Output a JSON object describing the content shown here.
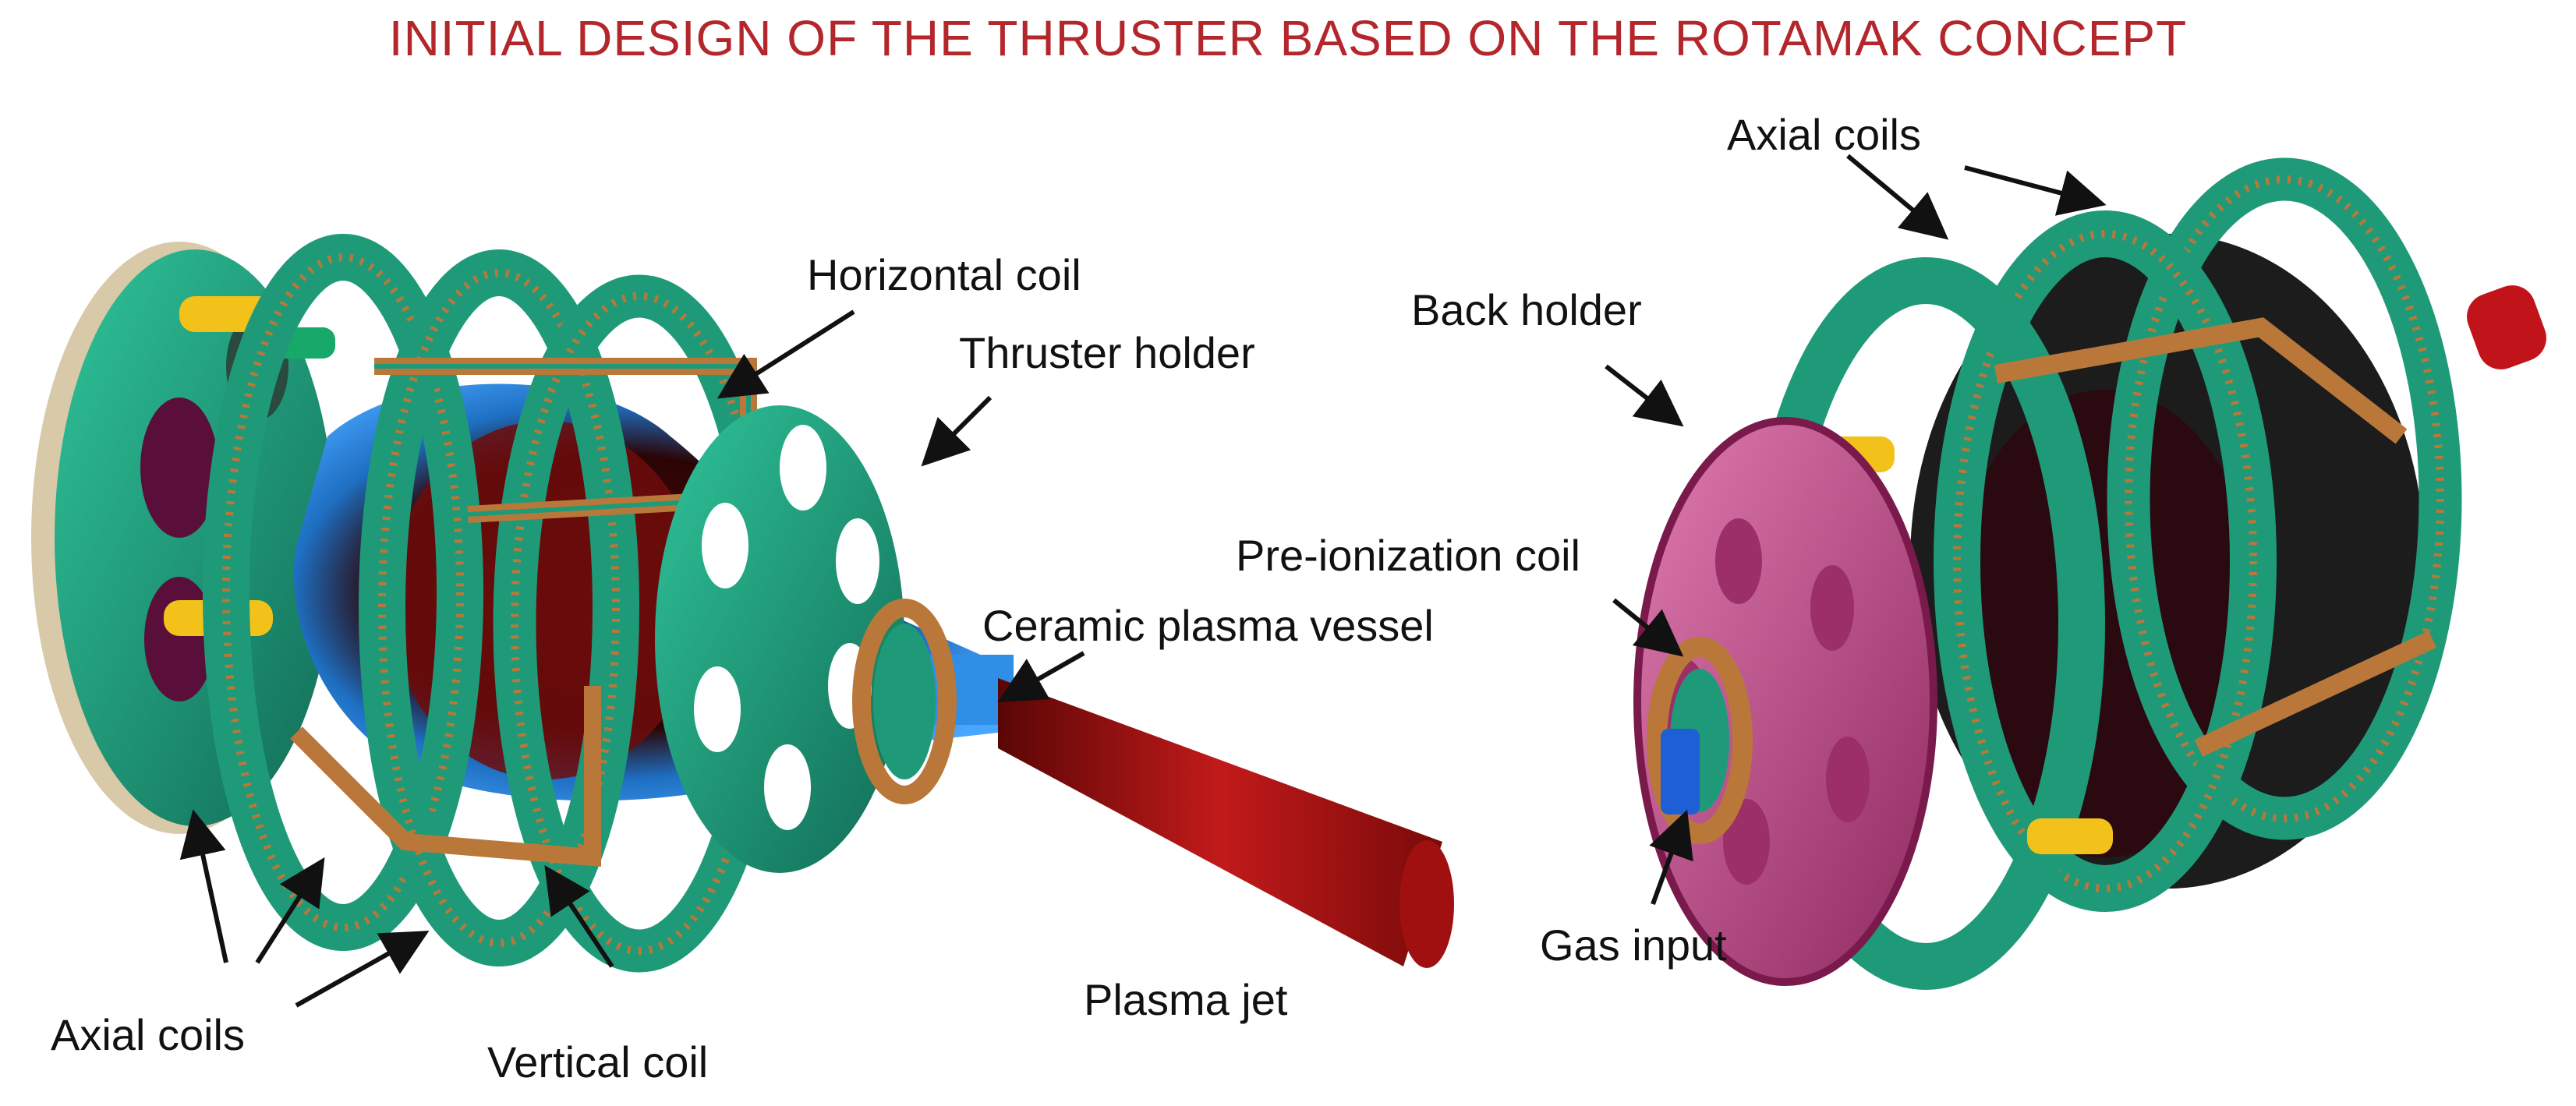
{
  "title": "INITIAL DESIGN OF THE THRUSTER BASED ON THE ROTAMAK CONCEPT",
  "colors": {
    "title": "#b3262b",
    "coil_frame": "#1f9a78",
    "coil_frame_dark": "#0f5a46",
    "copper_winding": "#b9783a",
    "vessel": "#2f8fe6",
    "plasma": "#a01010",
    "back_holder": "#c04a86",
    "bolt": "#f2c21a"
  },
  "left_view": {
    "labels": {
      "horizontal_coil": "Horizontal coil",
      "thruster_holder": "Thruster holder",
      "ceramic_vessel": "Ceramic plasma vessel",
      "plasma_jet": "Plasma jet",
      "vertical_coil": "Vertical coil",
      "axial_coils": "Axial coils"
    }
  },
  "right_view": {
    "labels": {
      "axial_coils": "Axial coils",
      "back_holder": "Back holder",
      "preionization_coil": "Pre-ionization coil",
      "gas_input": "Gas input"
    }
  }
}
